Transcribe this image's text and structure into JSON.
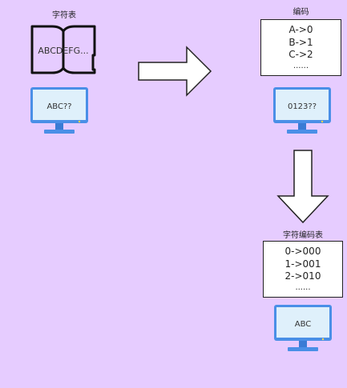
{
  "book": {
    "caption": "字符表",
    "text": "ABCDEFG..."
  },
  "encoding": {
    "caption": "编码",
    "lines": [
      "A->0",
      "B->1",
      "C->2",
      "......"
    ]
  },
  "charset_table": {
    "caption": "字符编码表",
    "lines": [
      "0->000",
      "1->001",
      "2->010",
      "......"
    ]
  },
  "monitors": {
    "first": "ABC??",
    "second": "0123??",
    "third": "ABC"
  },
  "colors": {
    "background": "#e6ccff",
    "monitor_frame": "#4a8fe7",
    "monitor_screen": "#dff0fb",
    "box_fill": "#ffffff"
  },
  "icons": {
    "book": "open-book-icon",
    "monitor": "monitor-icon",
    "arrow_right": "arrow-right-icon",
    "arrow_down": "arrow-down-icon"
  }
}
